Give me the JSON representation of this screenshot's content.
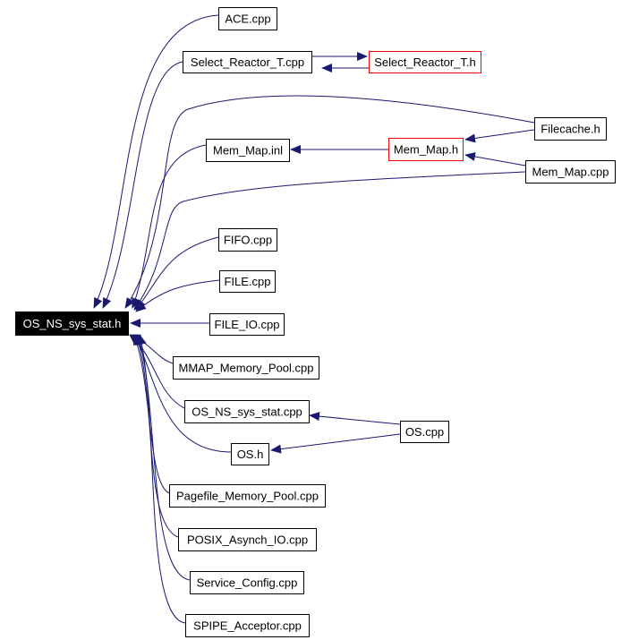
{
  "colors": {
    "edge": "#191970",
    "node_border": "#000000",
    "highlight_border": "#ff0000",
    "root_fill": "#000000",
    "root_text": "#ffffff"
  },
  "nodes": [
    {
      "id": "os_ns_sys_stat_h",
      "label": "OS_NS_sys_stat.h",
      "style": "root"
    },
    {
      "id": "ace_cpp",
      "label": "ACE.cpp",
      "style": "normal"
    },
    {
      "id": "select_reactor_t_cpp",
      "label": "Select_Reactor_T.cpp",
      "style": "normal"
    },
    {
      "id": "select_reactor_t_h",
      "label": "Select_Reactor_T.h",
      "style": "red"
    },
    {
      "id": "filecache_h",
      "label": "Filecache.h",
      "style": "normal"
    },
    {
      "id": "mem_map_inl",
      "label": "Mem_Map.inl",
      "style": "normal"
    },
    {
      "id": "mem_map_h",
      "label": "Mem_Map.h",
      "style": "red"
    },
    {
      "id": "mem_map_cpp",
      "label": "Mem_Map.cpp",
      "style": "normal"
    },
    {
      "id": "fifo_cpp",
      "label": "FIFO.cpp",
      "style": "normal"
    },
    {
      "id": "file_cpp",
      "label": "FILE.cpp",
      "style": "normal"
    },
    {
      "id": "file_io_cpp",
      "label": "FILE_IO.cpp",
      "style": "normal"
    },
    {
      "id": "mmap_memory_pool_cpp",
      "label": "MMAP_Memory_Pool.cpp",
      "style": "normal"
    },
    {
      "id": "os_ns_sys_stat_cpp",
      "label": "OS_NS_sys_stat.cpp",
      "style": "normal"
    },
    {
      "id": "os_cpp",
      "label": "OS.cpp",
      "style": "normal"
    },
    {
      "id": "os_h",
      "label": "OS.h",
      "style": "normal"
    },
    {
      "id": "pagefile_memory_pool_cpp",
      "label": "Pagefile_Memory_Pool.cpp",
      "style": "normal"
    },
    {
      "id": "posix_asynch_io_cpp",
      "label": "POSIX_Asynch_IO.cpp",
      "style": "normal"
    },
    {
      "id": "service_config_cpp",
      "label": "Service_Config.cpp",
      "style": "normal"
    },
    {
      "id": "spipe_acceptor_cpp",
      "label": "SPIPE_Acceptor.cpp",
      "style": "normal"
    }
  ],
  "edges": [
    {
      "from": "ace_cpp",
      "to": "os_ns_sys_stat_h"
    },
    {
      "from": "select_reactor_t_cpp",
      "to": "os_ns_sys_stat_h"
    },
    {
      "from": "select_reactor_t_cpp",
      "to": "select_reactor_t_h"
    },
    {
      "from": "select_reactor_t_h",
      "to": "select_reactor_t_cpp"
    },
    {
      "from": "filecache_h",
      "to": "os_ns_sys_stat_h"
    },
    {
      "from": "filecache_h",
      "to": "mem_map_h"
    },
    {
      "from": "mem_map_inl",
      "to": "os_ns_sys_stat_h"
    },
    {
      "from": "mem_map_h",
      "to": "mem_map_inl"
    },
    {
      "from": "mem_map_cpp",
      "to": "os_ns_sys_stat_h"
    },
    {
      "from": "mem_map_cpp",
      "to": "mem_map_h"
    },
    {
      "from": "fifo_cpp",
      "to": "os_ns_sys_stat_h"
    },
    {
      "from": "file_cpp",
      "to": "os_ns_sys_stat_h"
    },
    {
      "from": "file_io_cpp",
      "to": "os_ns_sys_stat_h"
    },
    {
      "from": "mmap_memory_pool_cpp",
      "to": "os_ns_sys_stat_h"
    },
    {
      "from": "os_ns_sys_stat_cpp",
      "to": "os_ns_sys_stat_h"
    },
    {
      "from": "os_cpp",
      "to": "os_ns_sys_stat_cpp"
    },
    {
      "from": "os_h",
      "to": "os_ns_sys_stat_h"
    },
    {
      "from": "os_cpp",
      "to": "os_h"
    },
    {
      "from": "pagefile_memory_pool_cpp",
      "to": "os_ns_sys_stat_h"
    },
    {
      "from": "posix_asynch_io_cpp",
      "to": "os_ns_sys_stat_h"
    },
    {
      "from": "service_config_cpp",
      "to": "os_ns_sys_stat_h"
    },
    {
      "from": "spipe_acceptor_cpp",
      "to": "os_ns_sys_stat_h"
    }
  ]
}
